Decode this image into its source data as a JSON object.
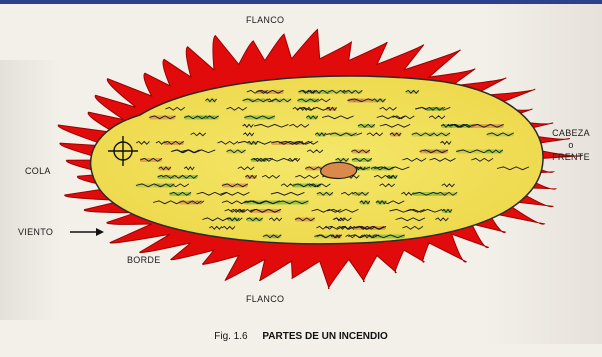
{
  "labels": {
    "flank_top": "FLANCO",
    "flank_bottom": "FLANCO",
    "tail": "COLA",
    "wind": "VIENTO",
    "edge": "BORDE",
    "head_line1": "CABEZA",
    "head_line2": "o",
    "head_line3": "FRENTE"
  },
  "caption": {
    "figure": "Fig. 1.6",
    "title": "PARTES DE UN INCENDIO"
  },
  "colors": {
    "flame": "#e20b0b",
    "flame_dark": "#b00000",
    "burned_area": "#f2e15a",
    "vegetation_green": "#7fbf3f",
    "vegetation_orange": "#d8924a",
    "outline": "#1a1a1a",
    "top_rule": "#2d3f8f"
  },
  "icons": {
    "ignition_point": "crosshair-icon",
    "wind_direction": "arrow-right-icon"
  }
}
